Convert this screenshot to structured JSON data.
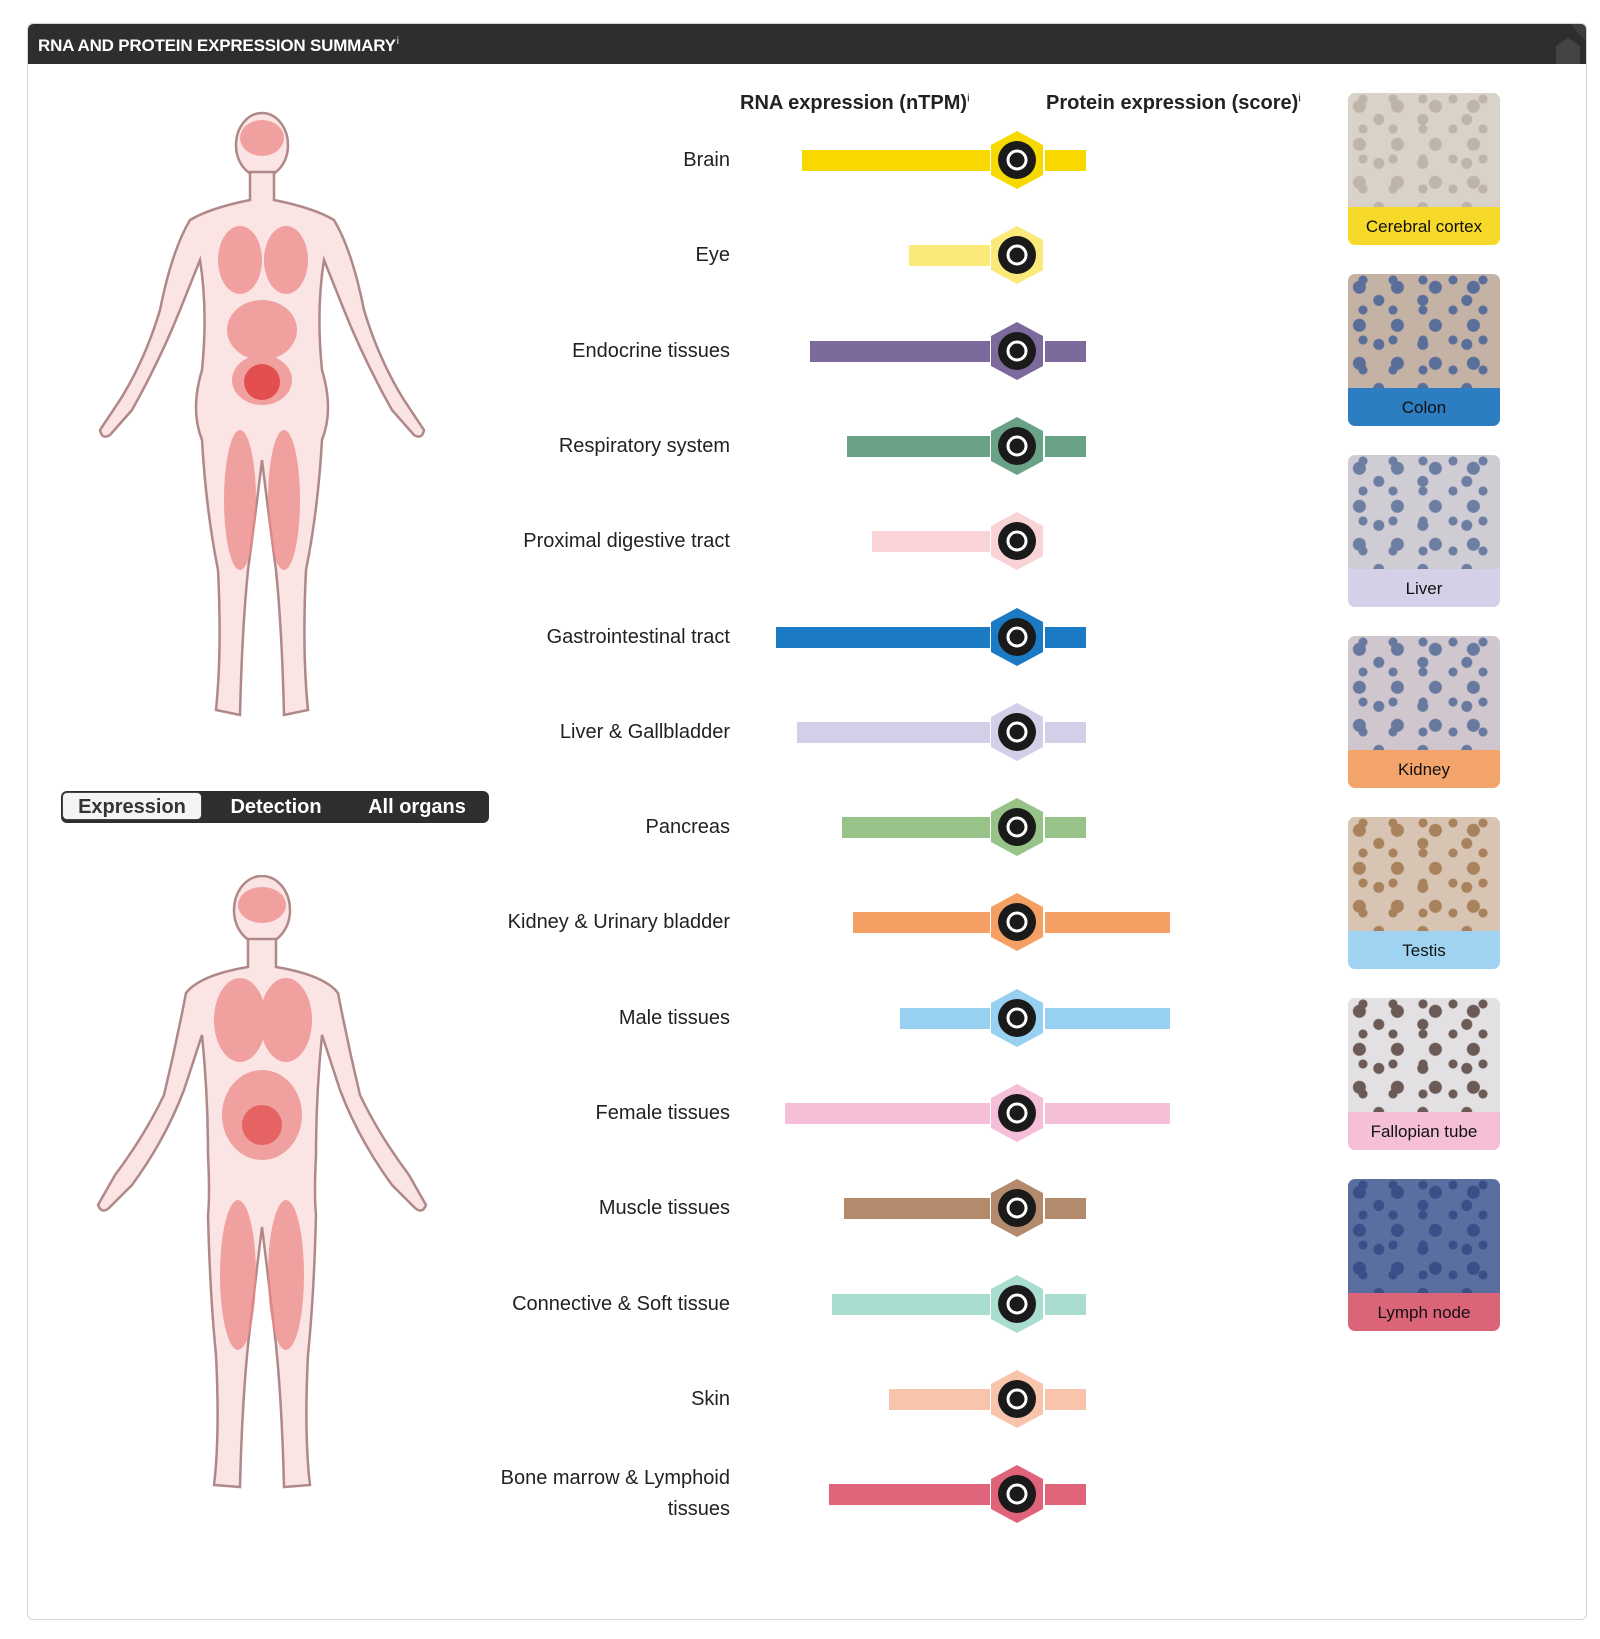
{
  "header": {
    "title": "RNA AND PROTEIN EXPRESSION SUMMARY",
    "info": "i"
  },
  "columns": {
    "rna": "RNA expression (nTPM)",
    "protein": "Protein expression (score)",
    "info": "i"
  },
  "toggle": {
    "options": [
      "Expression",
      "Detection",
      "All organs"
    ],
    "selected": "Expression"
  },
  "tissues": [
    {
      "label": "Brain",
      "color": "#f7d900",
      "icon": "brain-icon",
      "rna": 0.88,
      "protein": 0.33
    },
    {
      "label": "Eye",
      "color": "#fbe97a",
      "icon": "eye-icon",
      "rna": 0.38,
      "protein": 0
    },
    {
      "label": "Endocrine tissues",
      "color": "#7c6a9c",
      "icon": "thyroid-icon",
      "rna": 0.84,
      "protein": 0.33
    },
    {
      "label": "Respiratory system",
      "color": "#6aa287",
      "icon": "lungs-icon",
      "rna": 0.67,
      "protein": 0.33
    },
    {
      "label": "Proximal digestive tract",
      "color": "#f9d3d5",
      "icon": "head-icon",
      "rna": 0.55,
      "protein": 0
    },
    {
      "label": "Gastrointestinal tract",
      "color": "#1a7ac3",
      "icon": "stomach-icon",
      "rna": 1.0,
      "protein": 0.33
    },
    {
      "label": "Liver & Gallbladder",
      "color": "#d3cfe8",
      "icon": "liver-icon",
      "rna": 0.9,
      "protein": 0.33
    },
    {
      "label": "Pancreas",
      "color": "#97c288",
      "icon": "pancreas-icon",
      "rna": 0.69,
      "protein": 0.33
    },
    {
      "label": "Kidney & Urinary bladder",
      "color": "#f4a064",
      "icon": "kidney-icon",
      "rna": 0.64,
      "protein": 1.0
    },
    {
      "label": "Male tissues",
      "color": "#97d0f0",
      "icon": "male-organ-icon",
      "rna": 0.42,
      "protein": 1.0
    },
    {
      "label": "Female tissues",
      "color": "#f5bfd8",
      "icon": "uterus-icon",
      "rna": 0.96,
      "protein": 1.0
    },
    {
      "label": "Muscle tissues",
      "color": "#b48a6c",
      "icon": "heart-icon",
      "rna": 0.68,
      "protein": 0.33
    },
    {
      "label": "Connective & Soft tissue",
      "color": "#a8ddd0",
      "icon": "fat-cells-icon",
      "rna": 0.74,
      "protein": 0.33
    },
    {
      "label": "Skin",
      "color": "#f8c5ac",
      "icon": "skin-icon",
      "rna": 0.47,
      "protein": 0.33
    },
    {
      "label": "Bone marrow & Lymphoid tissues",
      "color": "#df6479",
      "icon": "lymph-icon",
      "rna": 0.75,
      "protein": 0.33
    }
  ],
  "thumbnails": [
    {
      "caption": "Cerebral cortex",
      "color": "#f7d92a"
    },
    {
      "caption": "Colon",
      "color": "#2c7ec0"
    },
    {
      "caption": "Liver",
      "color": "#d5cfe8"
    },
    {
      "caption": "Kidney",
      "color": "#f2a46a"
    },
    {
      "caption": "Testis",
      "color": "#9fd3f1"
    },
    {
      "caption": "Fallopian tube",
      "color": "#f5c0d7"
    },
    {
      "caption": "Lymph node",
      "color": "#db6478"
    }
  ]
}
